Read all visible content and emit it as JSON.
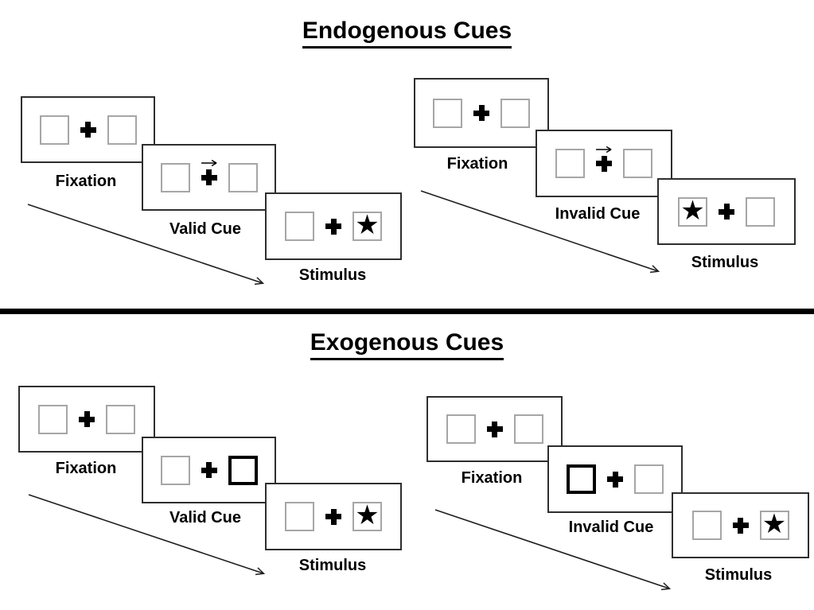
{
  "figure": {
    "type": "attention-cueing-paradigm-diagram"
  },
  "sections": [
    {
      "title": "Endogenous Cues",
      "groups": [
        {
          "name": "valid",
          "panels": [
            {
              "label": "Fixation",
              "left_box": "empty",
              "right_box": "empty",
              "cue": "none"
            },
            {
              "label": "Valid Cue",
              "left_box": "empty",
              "right_box": "empty",
              "cue": "arrow-right"
            },
            {
              "label": "Stimulus",
              "left_box": "empty",
              "right_box": "star",
              "cue": "none"
            }
          ]
        },
        {
          "name": "invalid",
          "panels": [
            {
              "label": "Fixation",
              "left_box": "empty",
              "right_box": "empty",
              "cue": "none"
            },
            {
              "label": "Invalid Cue",
              "left_box": "empty",
              "right_box": "empty",
              "cue": "arrow-right"
            },
            {
              "label": "Stimulus",
              "left_box": "star",
              "right_box": "empty",
              "cue": "none"
            }
          ]
        }
      ]
    },
    {
      "title": "Exogenous Cues",
      "groups": [
        {
          "name": "valid",
          "panels": [
            {
              "label": "Fixation",
              "left_box": "empty",
              "right_box": "empty",
              "cue": "none"
            },
            {
              "label": "Valid Cue",
              "left_box": "empty",
              "right_box": "bold",
              "cue": "none"
            },
            {
              "label": "Stimulus",
              "left_box": "empty",
              "right_box": "star",
              "cue": "none"
            }
          ]
        },
        {
          "name": "invalid",
          "panels": [
            {
              "label": "Fixation",
              "left_box": "empty",
              "right_box": "empty",
              "cue": "none"
            },
            {
              "label": "Invalid Cue",
              "left_box": "bold",
              "right_box": "empty",
              "cue": "none"
            },
            {
              "label": "Stimulus",
              "left_box": "empty",
              "right_box": "star",
              "cue": "none"
            }
          ]
        }
      ]
    }
  ],
  "icons": {
    "star_glyph": "★",
    "star": "star-icon",
    "fixation_cross": "plus-cross-icon",
    "cue_arrow": "right-arrow-icon",
    "sequence_arrow": "diagonal-arrow-icon"
  },
  "colors": {
    "background": "#ffffff",
    "ink": "#000000",
    "panel_border": "#2e2e2e",
    "box_border": "#a6a6a6",
    "highlight_box_border": "#000000",
    "divider": "#000000"
  }
}
